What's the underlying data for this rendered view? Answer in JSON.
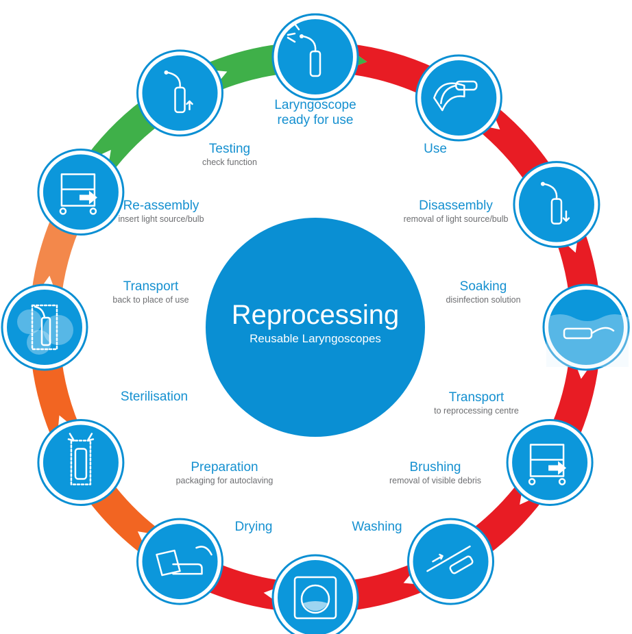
{
  "center": {
    "title": "Reprocessing",
    "subtitle": "Reusable Laryngoscopes"
  },
  "steps": [
    {
      "title": "Laryngoscope ready for use",
      "subtitle": "",
      "icon": "laryngoscope-light-icon"
    },
    {
      "title": "Use",
      "subtitle": "",
      "icon": "hand-using-laryngoscope-icon"
    },
    {
      "title": "Disassembly",
      "subtitle": "removal of light source/bulb",
      "icon": "laryngoscope-disassembly-icon"
    },
    {
      "title": "Soaking",
      "subtitle": "disinfection solution",
      "icon": "soaking-in-liquid-icon"
    },
    {
      "title": "Transport",
      "subtitle": "to reprocessing centre",
      "icon": "trolley-transport-icon"
    },
    {
      "title": "Brushing",
      "subtitle": "removal of visible debris",
      "icon": "brush-cleaning-icon"
    },
    {
      "title": "Washing",
      "subtitle": "",
      "icon": "washing-machine-icon"
    },
    {
      "title": "Drying",
      "subtitle": "",
      "icon": "drying-with-cloth-icon"
    },
    {
      "title": "Preparation",
      "subtitle": "packaging for autoclaving",
      "icon": "packaging-icon"
    },
    {
      "title": "Sterilisation",
      "subtitle": "",
      "icon": "steam-sterilisation-icon"
    },
    {
      "title": "Transport",
      "subtitle": "back to place of use",
      "icon": "trolley-return-icon"
    },
    {
      "title": "Re-assembly",
      "subtitle": "insert light source/bulb",
      "icon": "laryngoscope-reassembly-icon"
    },
    {
      "title": "Testing",
      "subtitle": "check function",
      "icon": "laryngoscope-testing-icon"
    }
  ],
  "colors": {
    "circle": "#0a8fd3",
    "icon_fill": "#0c97db",
    "label_blue": "#1590d0",
    "sub_gray": "#6d6e71",
    "arrow_red": "#e81c24",
    "arrow_orange": "#f26522",
    "arrow_light_orange": "#f3884b",
    "arrow_green": "#3fb049"
  }
}
